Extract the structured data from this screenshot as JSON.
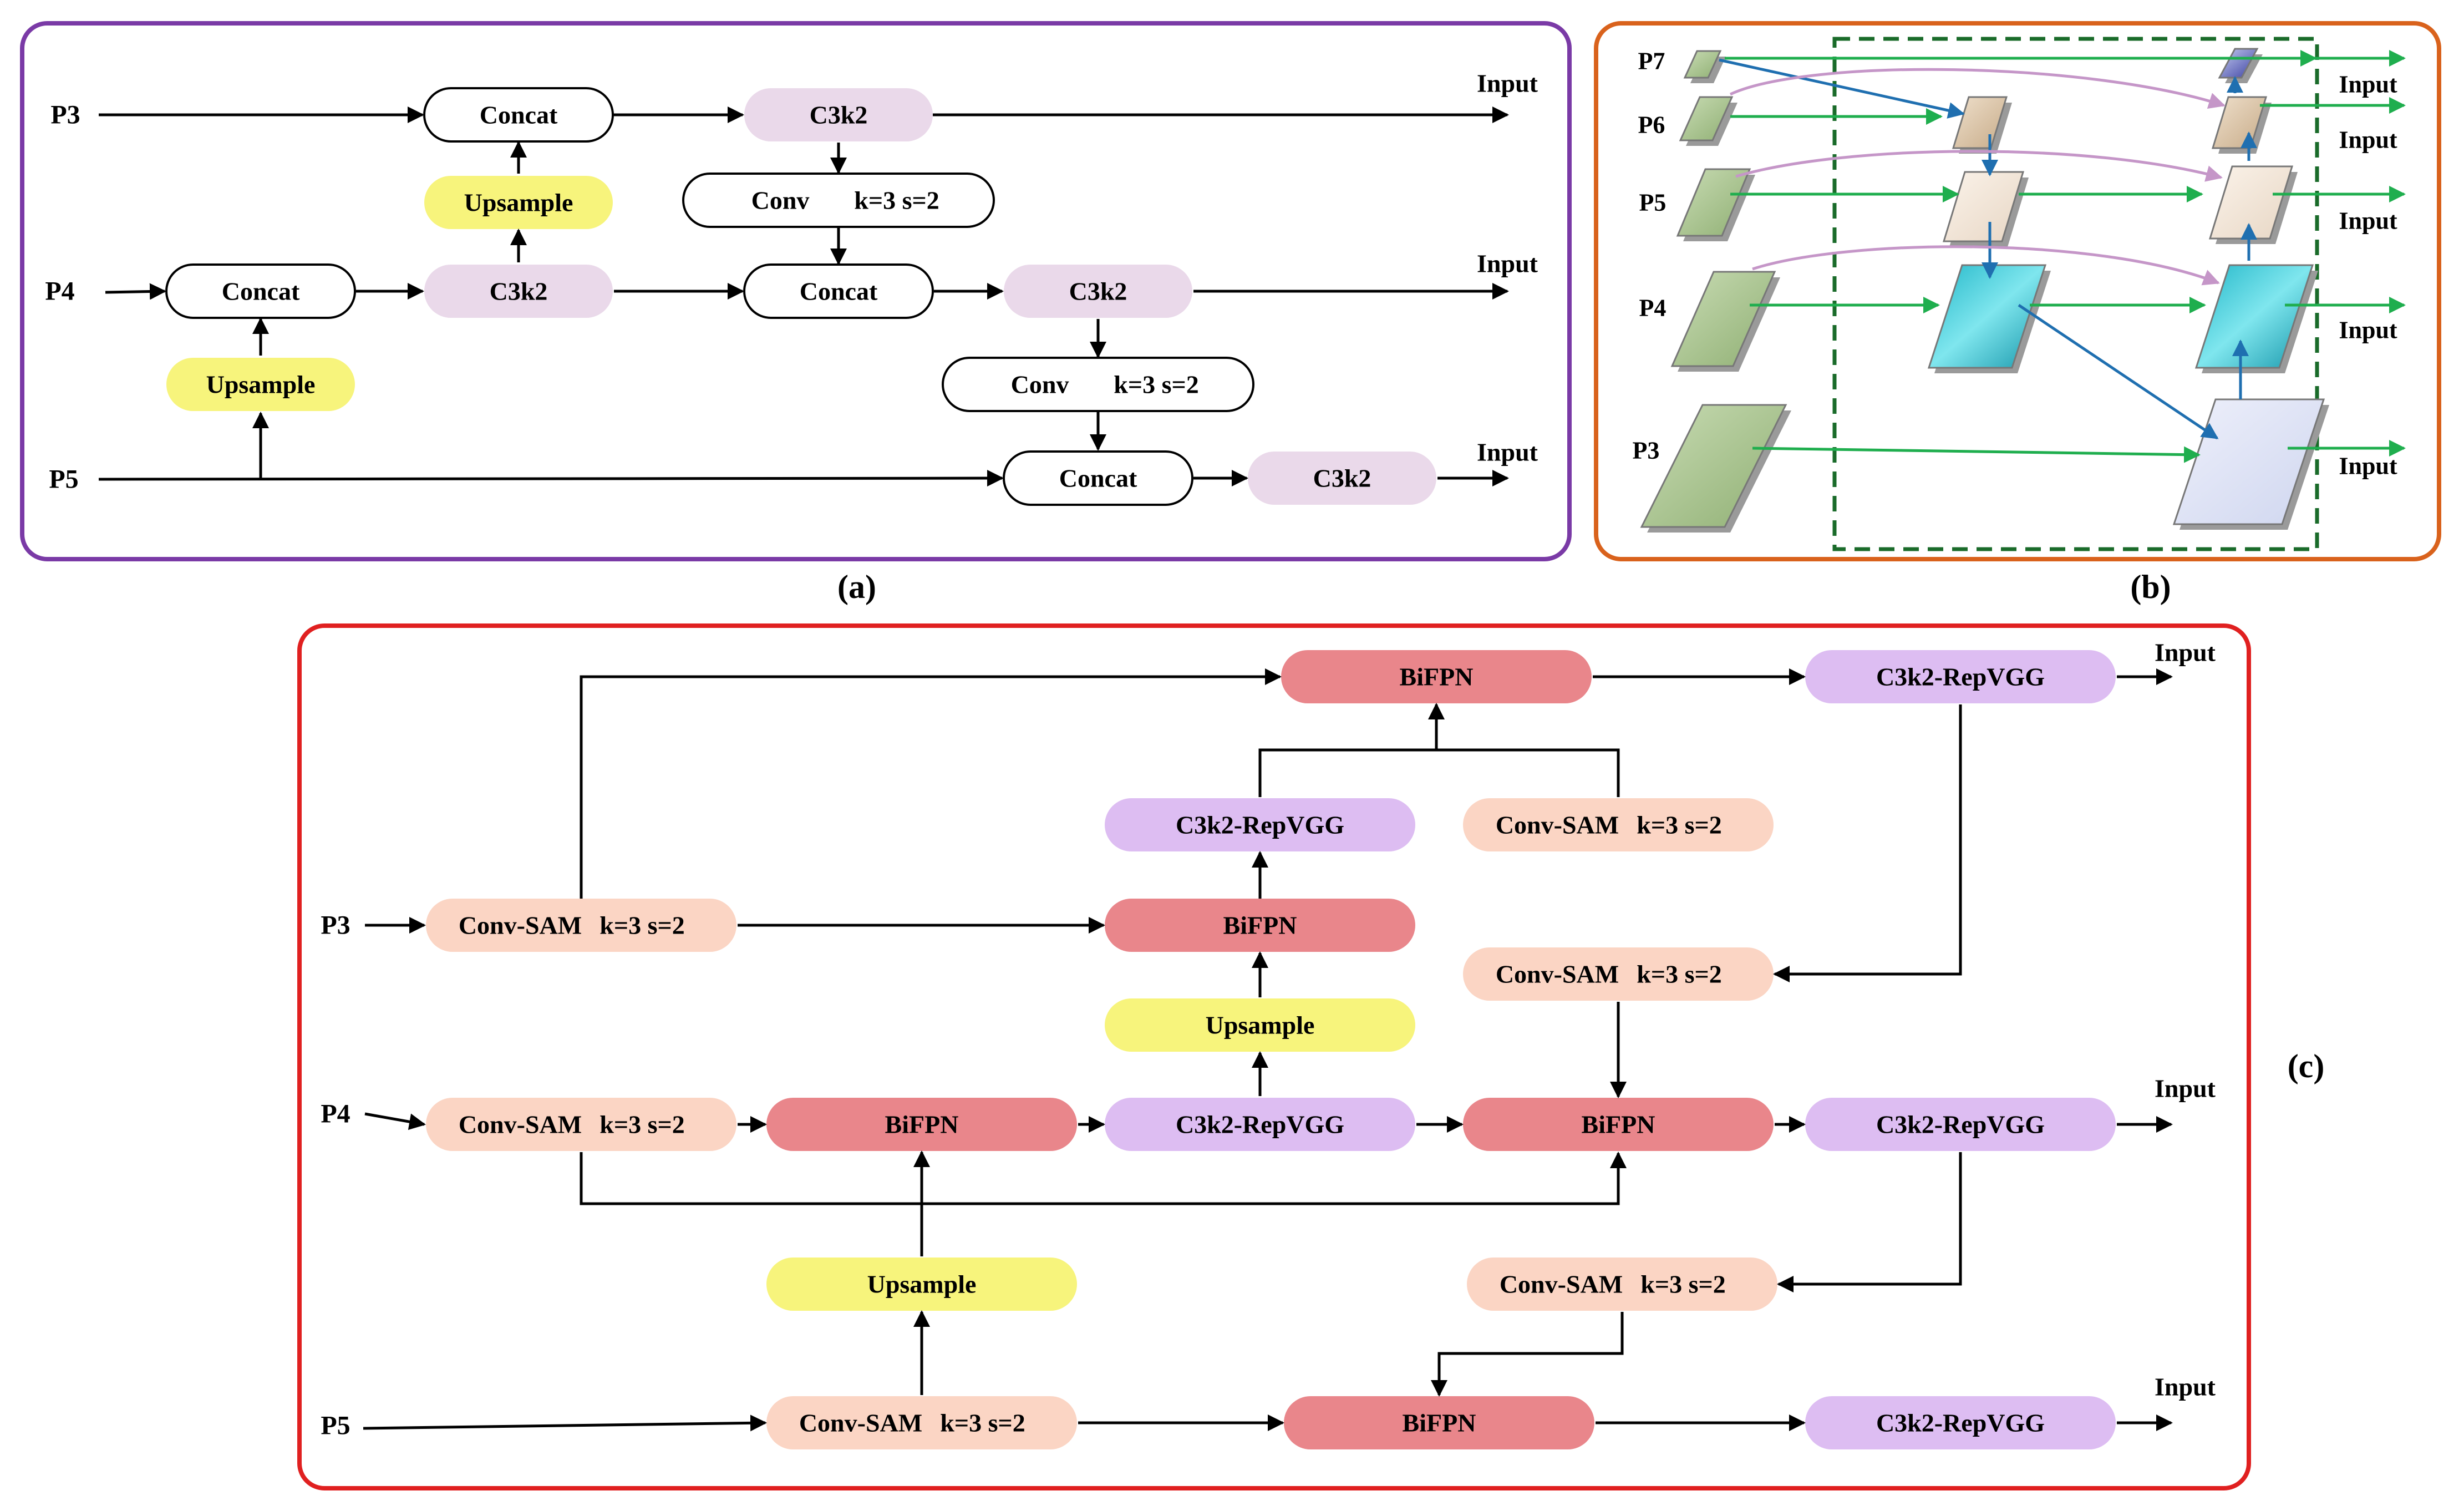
{
  "panels": {
    "a": {
      "caption": "(a)",
      "frame_color": "#7a3aa6",
      "inputs": [
        "P3",
        "P4",
        "P5"
      ],
      "out_label": "Input",
      "concat": "Concat",
      "c3k2": "C3k2",
      "upsample": "Upsample",
      "conv": "Conv",
      "conv_params": "k=3 s=2"
    },
    "b": {
      "caption": "(b)",
      "frame_color": "#d9621c",
      "levels": [
        "P7",
        "P6",
        "P5",
        "P4",
        "P3"
      ],
      "out_label": "Input"
    },
    "c": {
      "caption": "(c)",
      "frame_color": "#e02020",
      "inputs": [
        "P3",
        "P4",
        "P5"
      ],
      "out_label": "Input",
      "conv_sam": "Conv-SAM",
      "conv_params": "k=3 s=2",
      "bifpn": "BiFPN",
      "c3k2_repvgg": "C3k2-RepVGG",
      "upsample": "Upsample"
    }
  },
  "colors": {
    "c3k2_fill": "#ead9ea",
    "upsample_fill": "#f7f47c",
    "convsam_fill": "#fbd5c4",
    "bifpn_fill": "#e9868b",
    "repvgg_fill": "#ddbdf2",
    "green_arrow": "#1fae4e",
    "blue_arrow": "#1f6fb0",
    "purple_arrow": "#c596c8",
    "dashed_box": "#1a6b2a"
  }
}
